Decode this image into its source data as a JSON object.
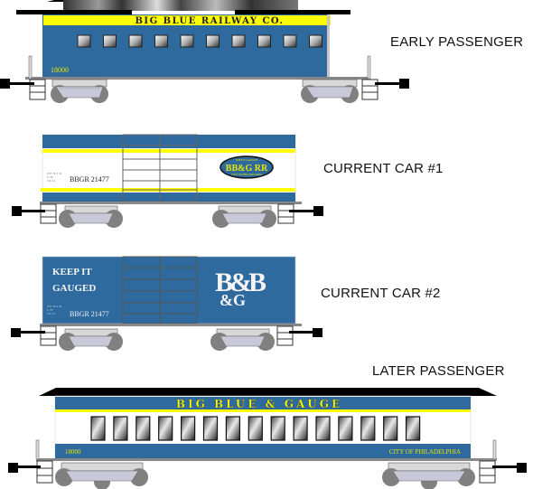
{
  "cars": [
    {
      "id": "early-passenger",
      "label": "EARLY PASSENGER",
      "roof_banner": "BIG BLUE RAILWAY CO.",
      "number": "18000",
      "window_count": 10
    },
    {
      "id": "current-car-1",
      "label": "CURRENT CAR #1",
      "reporting_mark": "BBGR 21477",
      "stencil_lines": [
        "257  70   1  51",
        "L   70",
        "T.L  51"
      ],
      "logo": {
        "top": "KEEP IT GAUGED",
        "main": "BB&G RR",
        "bottom": "CITY OF PHILADELPHIA"
      }
    },
    {
      "id": "current-car-2",
      "label": "CURRENT CAR #2",
      "slogan_line1": "KEEP IT",
      "slogan_line2": "GAUGED",
      "reporting_mark": "BBGR 21477",
      "stencil_lines": [
        "257  70   1  51",
        "L   70",
        "T.L  51"
      ],
      "logo_top": "B&B",
      "logo_bottom": "&G"
    },
    {
      "id": "later-passenger",
      "label": "LATER PASSENGER",
      "roof_banner": "BIG BLUE & GAUGE",
      "number": "18000",
      "city": "CITY OF PHILADELPHIA",
      "window_count": 15
    }
  ],
  "colors": {
    "car_blue": "#2f6a9f",
    "banner_yellow": "#ffff00",
    "text_yellow": "#e6e600",
    "roof_black": "#000000",
    "truck_gray": "#8c8c8c",
    "frame_gray": "#b5b5b5"
  }
}
